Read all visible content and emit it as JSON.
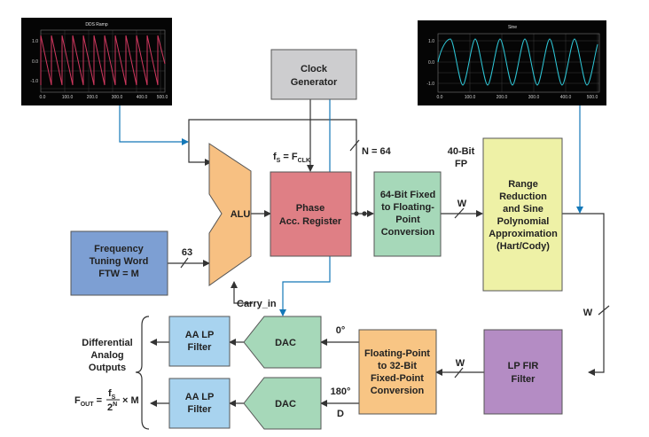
{
  "colors": {
    "clock": "#cdcdcf",
    "phase_acc": "#df7f85",
    "alu": "#f7c082",
    "fixed_to_float": "#a6d8b9",
    "range_reduction": "#eef1a6",
    "ftw": "#7d9fd3",
    "lp_fir": "#b48cc4",
    "float_to_fixed": "#f8c584",
    "dac": "#a6d8b9",
    "aa_filter": "#a8d3ef",
    "scope_bg": "#050505",
    "ramp_trace": "#d1385f",
    "sine_trace": "#2ec8d8",
    "blue_wire": "#1478b8",
    "wire": "#333333"
  },
  "scopes": {
    "ramp": {
      "title": "DDS Ramp",
      "yticks": [
        "1.0",
        "0.0",
        "-1.0"
      ],
      "xticks": [
        "0.0",
        "100.0",
        "200.0",
        "300.0",
        "400.0",
        "500.0"
      ]
    },
    "sine": {
      "title": "Sine",
      "yticks": [
        "1.0",
        "0.0",
        "-1.0"
      ],
      "xticks": [
        "0.0",
        "100.0",
        "200.0",
        "300.0",
        "400.0",
        "500.0"
      ]
    }
  },
  "blocks": {
    "clock_generator": [
      "Clock",
      "Generator"
    ],
    "alu": "ALU",
    "phase_accumulator": [
      "Phase",
      "Acc. Register"
    ],
    "fixed_to_float": [
      "64-Bit Fixed",
      "to Floating-",
      "Point",
      "Conversion"
    ],
    "range_reduction": [
      "Range",
      "Reduction",
      "and Sine",
      "Polynomial",
      "Approximation",
      "(Hart/Cody)"
    ],
    "ftw": [
      "Frequency",
      "Tuning Word",
      "FTW = M"
    ],
    "lp_fir": [
      "LP FIR",
      "Filter"
    ],
    "float_to_fixed": [
      "Floating-Point",
      "to 32-Bit",
      "Fixed-Point",
      "Conversion"
    ],
    "dac_top": "DAC",
    "dac_bottom": "DAC",
    "aa_filter_top": [
      "AA LP",
      "Filter"
    ],
    "aa_filter_bottom": [
      "AA LP",
      "Filter"
    ]
  },
  "labels": {
    "fs_main": "f",
    "fs_sub": "S",
    "fs_eq": " = F",
    "fclk_sub": "CLK",
    "n_width": "N = 64",
    "fp_width": [
      "40-Bit",
      "FP"
    ],
    "w_fixed_float": "W",
    "w_vertical": "W",
    "w_fir_out": "W",
    "ftw_width": "63",
    "carry_in": "Carry_in",
    "phase_0": "0°",
    "phase_180": "180°",
    "phase_d": "D",
    "outputs": [
      "Differential",
      "Analog",
      "Outputs"
    ],
    "fout_main": "F",
    "fout_sub": "OUT",
    "fout_eq": " = ",
    "fout_num_main": "f",
    "fout_num_sub": "S",
    "fout_den_main": "2",
    "fout_den_sup": "N",
    "fout_times": "× M"
  }
}
